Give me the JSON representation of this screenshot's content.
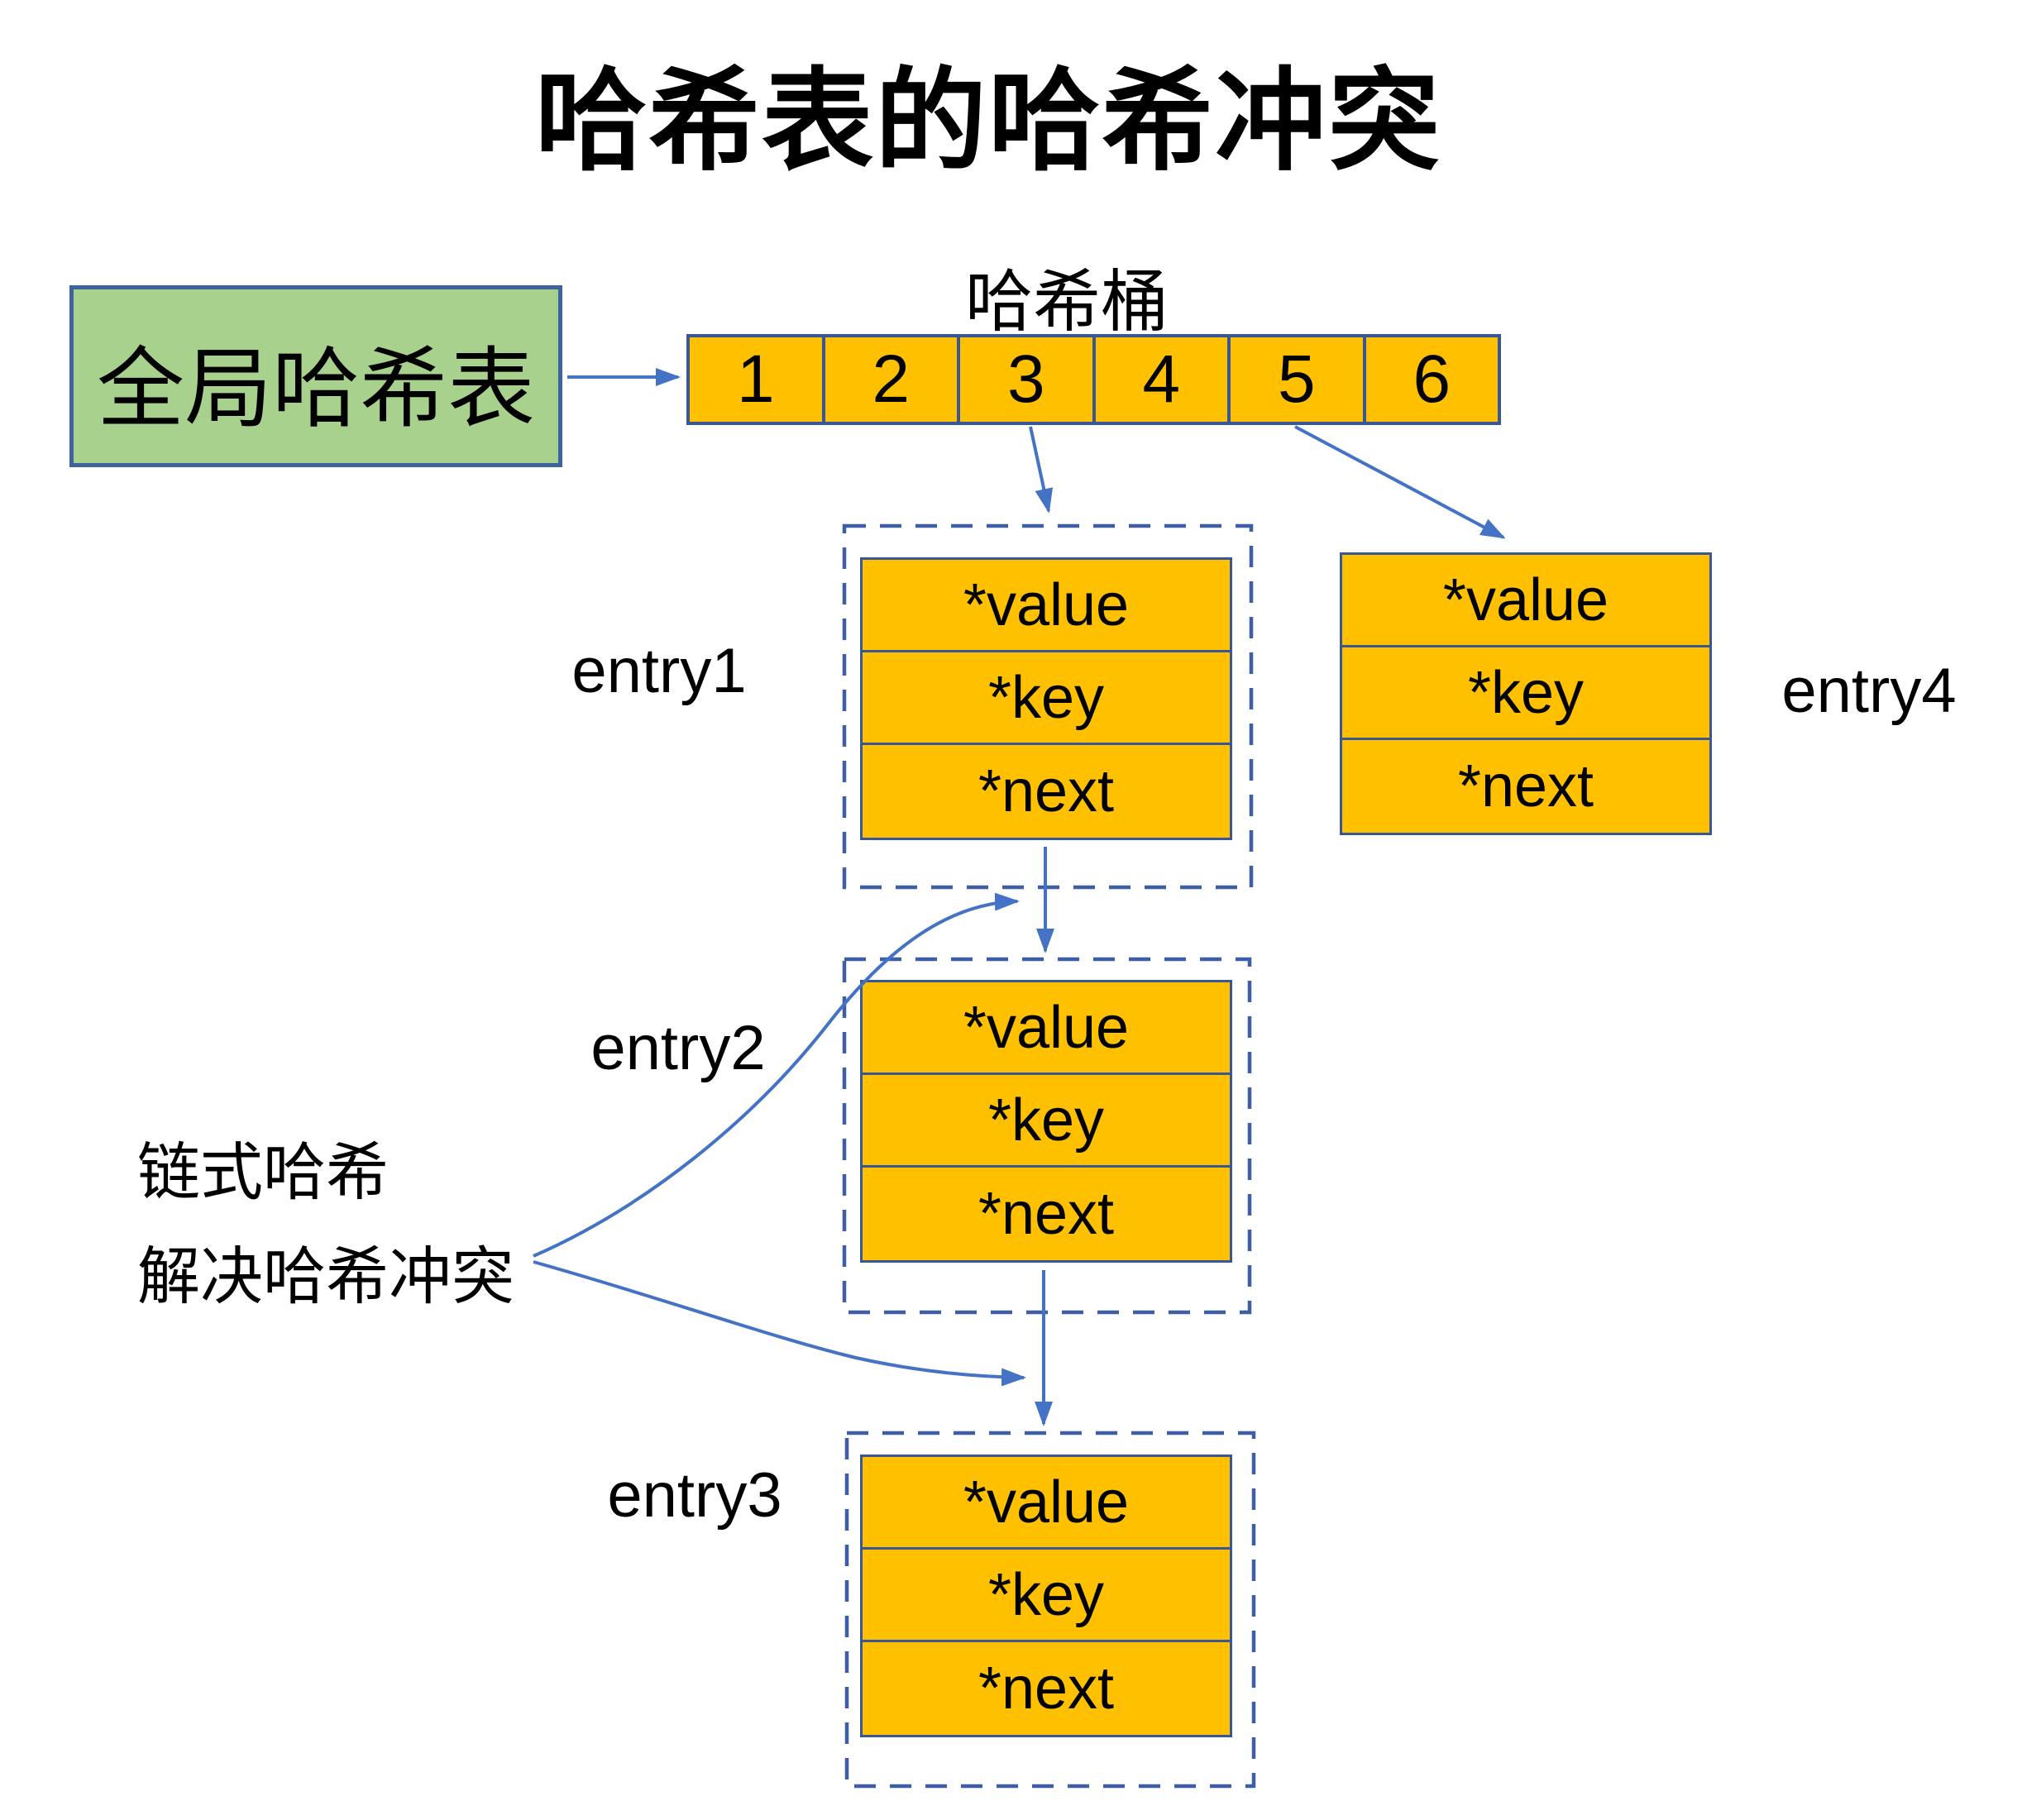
{
  "title": "哈希表的哈希冲突",
  "global_table": {
    "label": "全局哈希表"
  },
  "bucket": {
    "label": "哈希桶",
    "cells": [
      "1",
      "2",
      "3",
      "4",
      "5",
      "6"
    ]
  },
  "entries": [
    {
      "label": "entry1",
      "fields": [
        "*value",
        "*key",
        "*next"
      ],
      "dashed": true
    },
    {
      "label": "entry2",
      "fields": [
        "*value",
        "*key",
        "*next"
      ],
      "dashed": true
    },
    {
      "label": "entry3",
      "fields": [
        "*value",
        "*key",
        "*next"
      ],
      "dashed": true
    },
    {
      "label": "entry4",
      "fields": [
        "*value",
        "*key",
        "*next"
      ],
      "dashed": false
    }
  ],
  "annotation": {
    "line1": "链式哈希",
    "line2": "解决哈希冲突"
  },
  "colors": {
    "orange_fill": "#FFC000",
    "cell_border": "#3A5795",
    "dashed_border": "#3E5FA6",
    "arrow": "#4472C4",
    "green_fill": "#A9D18E",
    "green_border": "#3E639E",
    "text": "#000000"
  }
}
